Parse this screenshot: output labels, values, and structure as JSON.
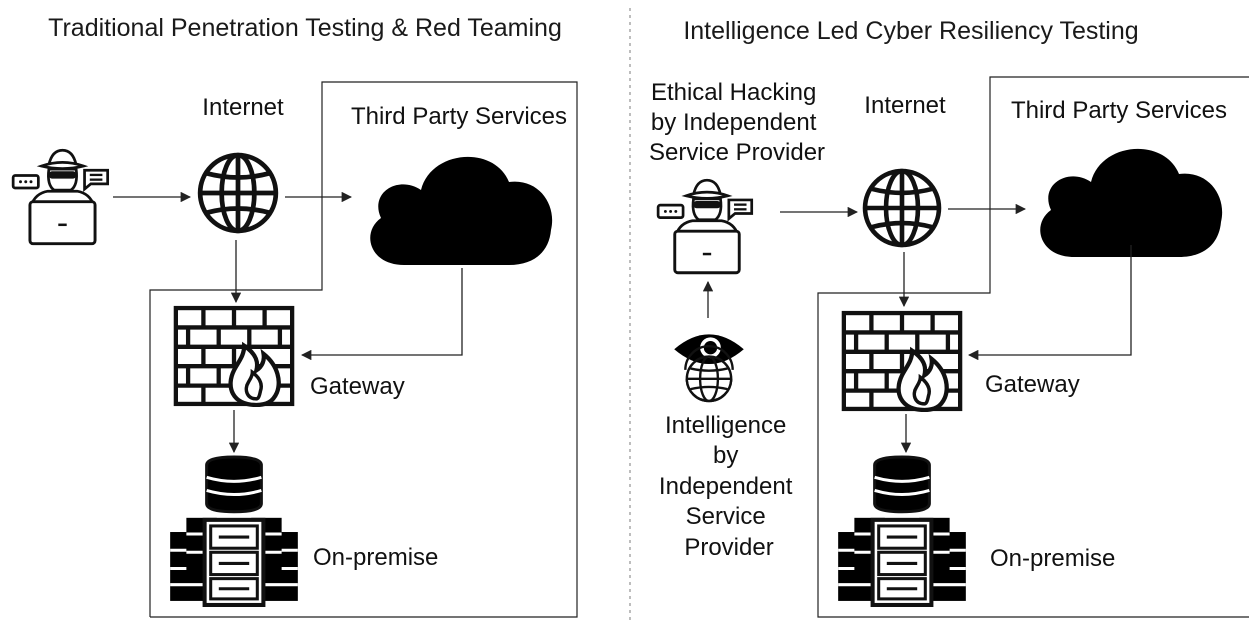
{
  "left_panel": {
    "title": "Traditional Penetration Testing & Red Teaming",
    "labels": {
      "internet": "Internet",
      "third_party": "Third Party Services",
      "gateway": "Gateway",
      "on_premise": "On-premise"
    }
  },
  "right_panel": {
    "title": "Intelligence Led Cyber Resiliency Testing",
    "labels": {
      "ethical_hacking": [
        "Ethical Hacking",
        "by Independent",
        "Service Provider"
      ],
      "internet": "Internet",
      "third_party": "Third Party Services",
      "gateway": "Gateway",
      "on_premise": "On-premise",
      "intelligence": [
        "Intelligence",
        "by",
        "Independent",
        "Service",
        "Provider"
      ]
    }
  },
  "icons": {
    "hacker": "hacker-with-laptop-icon",
    "globe": "globe-icon",
    "cloud": "cloud-icon",
    "firewall": "firewall-icon",
    "servers": "database-server-icon",
    "eye": "eye-globe-intelligence-icon"
  },
  "colors": {
    "ink": "#111111",
    "divider": "#9a9a9a"
  }
}
